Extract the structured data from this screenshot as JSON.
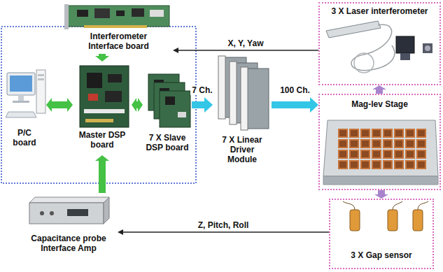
{
  "diagram": {
    "nodes": [
      {
        "text": [
          "3 X Laser interferometer"
        ]
      },
      {
        "text": [
          "Interferometer Interface board"
        ]
      },
      {
        "text": [
          "P/C board"
        ]
      },
      {
        "text": [
          "Master DSP board"
        ]
      },
      {
        "text": [
          "7 X Slave DSP board"
        ]
      },
      {
        "text": [
          "7 X Linear Driver Module"
        ]
      },
      {
        "text": [
          "Mag-lev Stage"
        ]
      },
      {
        "text": [
          "Capacitance probe Interface Amp"
        ]
      },
      {
        "text": [
          "3 X Gap sensor"
        ]
      }
    ],
    "edges": [
      {
        "from": 0,
        "to": 1,
        "label": "X, Y, Yaw",
        "arrow": "to"
      },
      {
        "from": 1,
        "to": 3,
        "arrow": "to"
      },
      {
        "from": 2,
        "to": 3,
        "arrow": "both"
      },
      {
        "from": 3,
        "to": 4,
        "arrow": "both"
      },
      {
        "from": 4,
        "to": 5,
        "label": "7 Ch.",
        "arrow": "to"
      },
      {
        "from": 5,
        "to": 6,
        "label": "100 Ch.",
        "arrow": "to"
      },
      {
        "from": 6,
        "to": 0,
        "arrow": "to"
      },
      {
        "from": 6,
        "to": 8,
        "arrow": "to"
      },
      {
        "from": 8,
        "to": 7,
        "label": "Z, Pitch, Roll",
        "arrow": "to"
      },
      {
        "from": 7,
        "to": 3,
        "arrow": "to"
      }
    ]
  }
}
